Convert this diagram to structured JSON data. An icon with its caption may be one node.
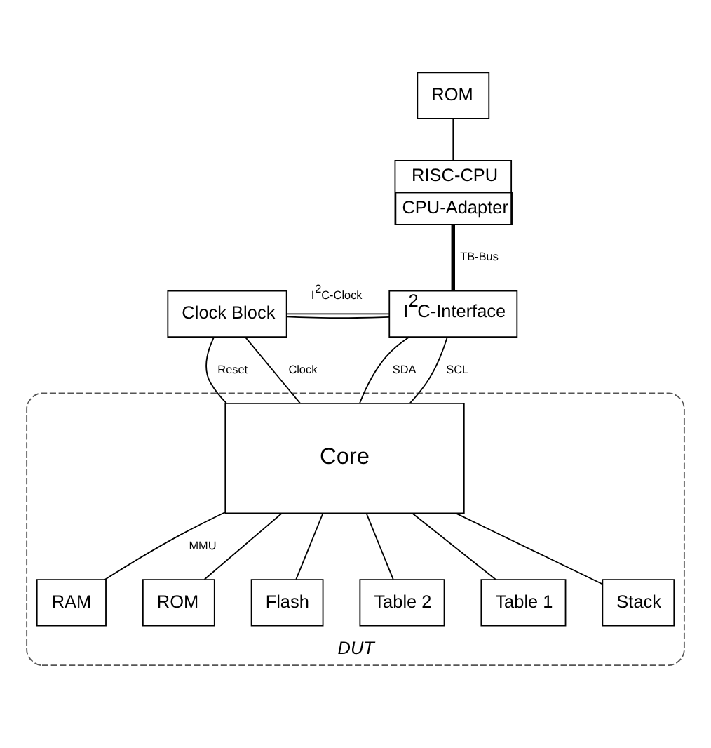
{
  "diagram": {
    "nodes": [
      {
        "text": [
          "ROM"
        ]
      },
      {
        "text": [
          "RISC-CPU",
          "CPU-Adapter"
        ]
      },
      {
        "text": [
          "Clock Block"
        ]
      },
      {
        "text": [
          "I$^{2}$C-Interface"
        ]
      },
      {
        "text": [
          "DUT"
        ]
      },
      {
        "text": [
          "Core"
        ],
        "in": 4
      },
      {
        "text": [
          "RAM"
        ],
        "in": 4
      },
      {
        "text": [
          "ROM"
        ],
        "in": 4
      },
      {
        "text": [
          "Flash"
        ],
        "in": 4
      },
      {
        "text": [
          "Table 2"
        ],
        "in": 4
      },
      {
        "text": [
          "Table 1"
        ],
        "in": 4
      },
      {
        "text": [
          "Stack"
        ],
        "in": 4
      }
    ],
    "edges": [
      {
        "from": 0,
        "to": 1,
        "arrow": "none"
      },
      {
        "from": 1,
        "to": 3,
        "arrow": "none",
        "label": "TB-Bus",
        "style": "thick"
      },
      {
        "from": 2,
        "to": 3,
        "arrow": "none",
        "label": "I$^{2}$C-Clock"
      },
      {
        "from": 2,
        "to": 3,
        "arrow": "none"
      },
      {
        "from": 2,
        "to": 5,
        "arrow": "none",
        "label": "Reset"
      },
      {
        "from": 2,
        "to": 5,
        "arrow": "none",
        "label": "Clock"
      },
      {
        "from": 3,
        "to": 5,
        "arrow": "none",
        "label": "SDA"
      },
      {
        "from": 3,
        "to": 5,
        "arrow": "none",
        "label": "SCL"
      },
      {
        "from": 5,
        "to": 6,
        "arrow": "none",
        "label": "MMU"
      },
      {
        "from": 5,
        "to": 7,
        "arrow": "none"
      },
      {
        "from": 5,
        "to": 8,
        "arrow": "none"
      },
      {
        "from": 5,
        "to": 9,
        "arrow": "none"
      },
      {
        "from": 5,
        "to": 10,
        "arrow": "none"
      },
      {
        "from": 5,
        "to": 11,
        "arrow": "none"
      }
    ]
  }
}
